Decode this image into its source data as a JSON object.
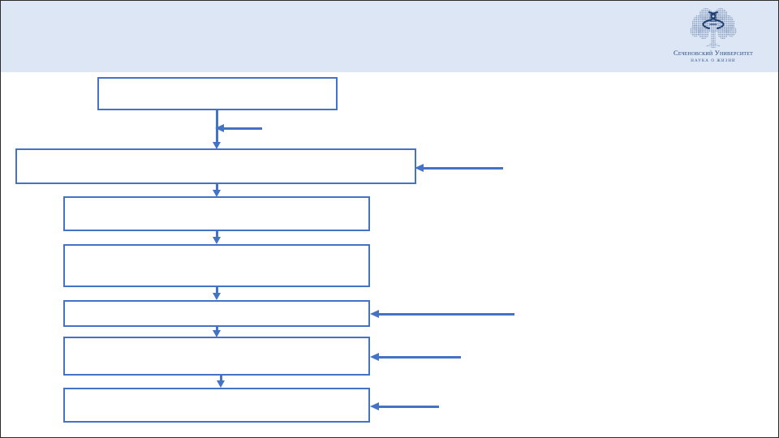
{
  "slide": {
    "background_color": "#ffffff",
    "border_color": "#2b2b2b",
    "accent_color": "#4472c4",
    "header_band_color": "#dce6f5"
  },
  "header": {
    "logo": {
      "icon_name": "sechenov-tree-dna-logo",
      "title": "Сеченовский Университет",
      "tagline": "НАУКА О ЖИЗНИ",
      "title_color": "#1f3f73",
      "tagline_color": "#37568c"
    }
  },
  "flowchart": {
    "boxes": [
      {
        "id": "box-1",
        "label": ""
      },
      {
        "id": "box-2",
        "label": ""
      },
      {
        "id": "box-3",
        "label": ""
      },
      {
        "id": "box-4",
        "label": ""
      },
      {
        "id": "box-5",
        "label": ""
      },
      {
        "id": "box-6",
        "label": ""
      },
      {
        "id": "box-7",
        "label": ""
      }
    ],
    "callout_arrows": [
      {
        "id": "callout-1",
        "label": "",
        "target": "connector-1-2"
      },
      {
        "id": "callout-2",
        "label": "",
        "target": "box-2"
      },
      {
        "id": "callout-3",
        "label": "",
        "target": "box-5"
      },
      {
        "id": "callout-4",
        "label": "",
        "target": "box-6"
      },
      {
        "id": "callout-5",
        "label": "",
        "target": "box-7"
      }
    ],
    "flow_connectors": [
      {
        "id": "connector-1-2",
        "from": "box-1",
        "to": "box-2"
      },
      {
        "id": "connector-2-3",
        "from": "box-2",
        "to": "box-3"
      },
      {
        "id": "connector-3-4",
        "from": "box-3",
        "to": "box-4"
      },
      {
        "id": "connector-4-5",
        "from": "box-4",
        "to": "box-5"
      },
      {
        "id": "connector-5-6",
        "from": "box-5",
        "to": "box-6"
      },
      {
        "id": "connector-6-7",
        "from": "box-6",
        "to": "box-7"
      }
    ]
  }
}
